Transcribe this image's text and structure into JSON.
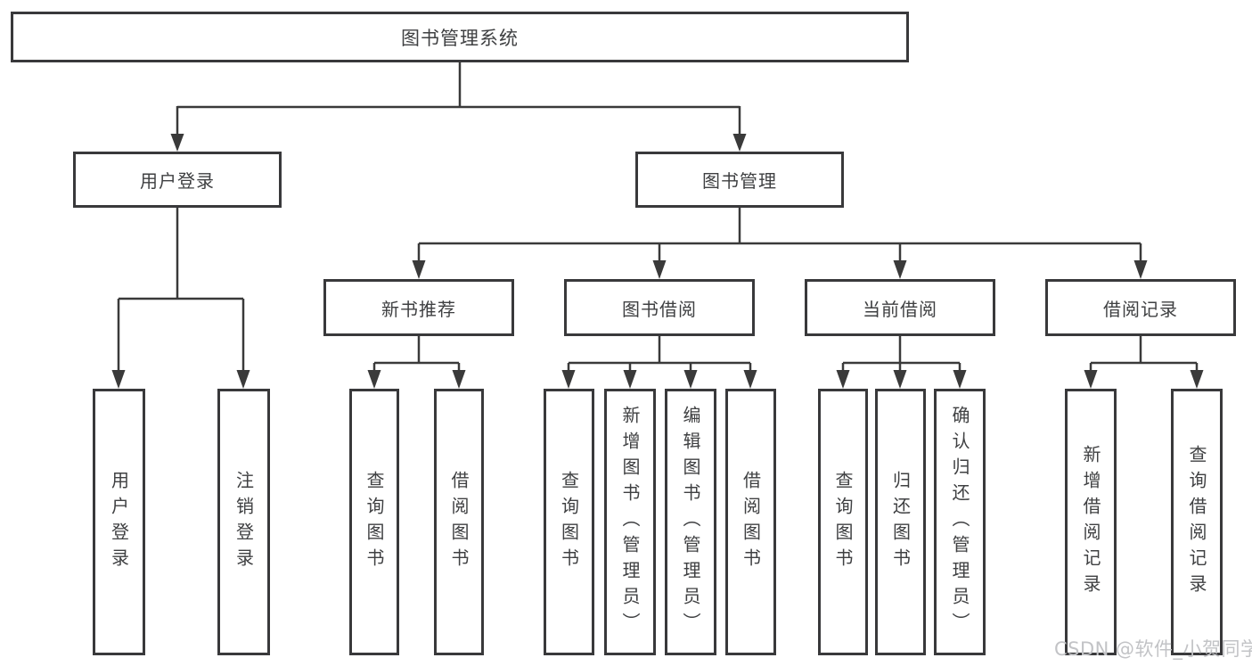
{
  "diagram": {
    "title": "图书管理系统",
    "branches": [
      {
        "label": "用户登录",
        "children": [
          {
            "label": "用户登录"
          },
          {
            "label": "注销登录"
          }
        ]
      },
      {
        "label": "图书管理",
        "sections": [
          {
            "label": "新书推荐",
            "children": [
              {
                "label": "查询图书"
              },
              {
                "label": "借阅图书"
              }
            ]
          },
          {
            "label": "图书借阅",
            "children": [
              {
                "label": "查询图书"
              },
              {
                "label": "新增图书（管理员）"
              },
              {
                "label": "编辑图书（管理员）"
              },
              {
                "label": "借阅图书"
              }
            ]
          },
          {
            "label": "当前借阅",
            "children": [
              {
                "label": "查询图书"
              },
              {
                "label": "归还图书"
              },
              {
                "label": "确认归还（管理员）"
              }
            ]
          },
          {
            "label": "借阅记录",
            "children": [
              {
                "label": "新增借阅记录"
              },
              {
                "label": "查询借阅记录"
              }
            ]
          }
        ]
      }
    ]
  },
  "watermark": {
    "text": "CSDN @软件_小贺同学"
  },
  "colors": {
    "background": "#ffffff",
    "box_border": "#39393b",
    "line": "#3a3a3a",
    "text": "#3f4042",
    "watermark": "#c2c3c6"
  }
}
